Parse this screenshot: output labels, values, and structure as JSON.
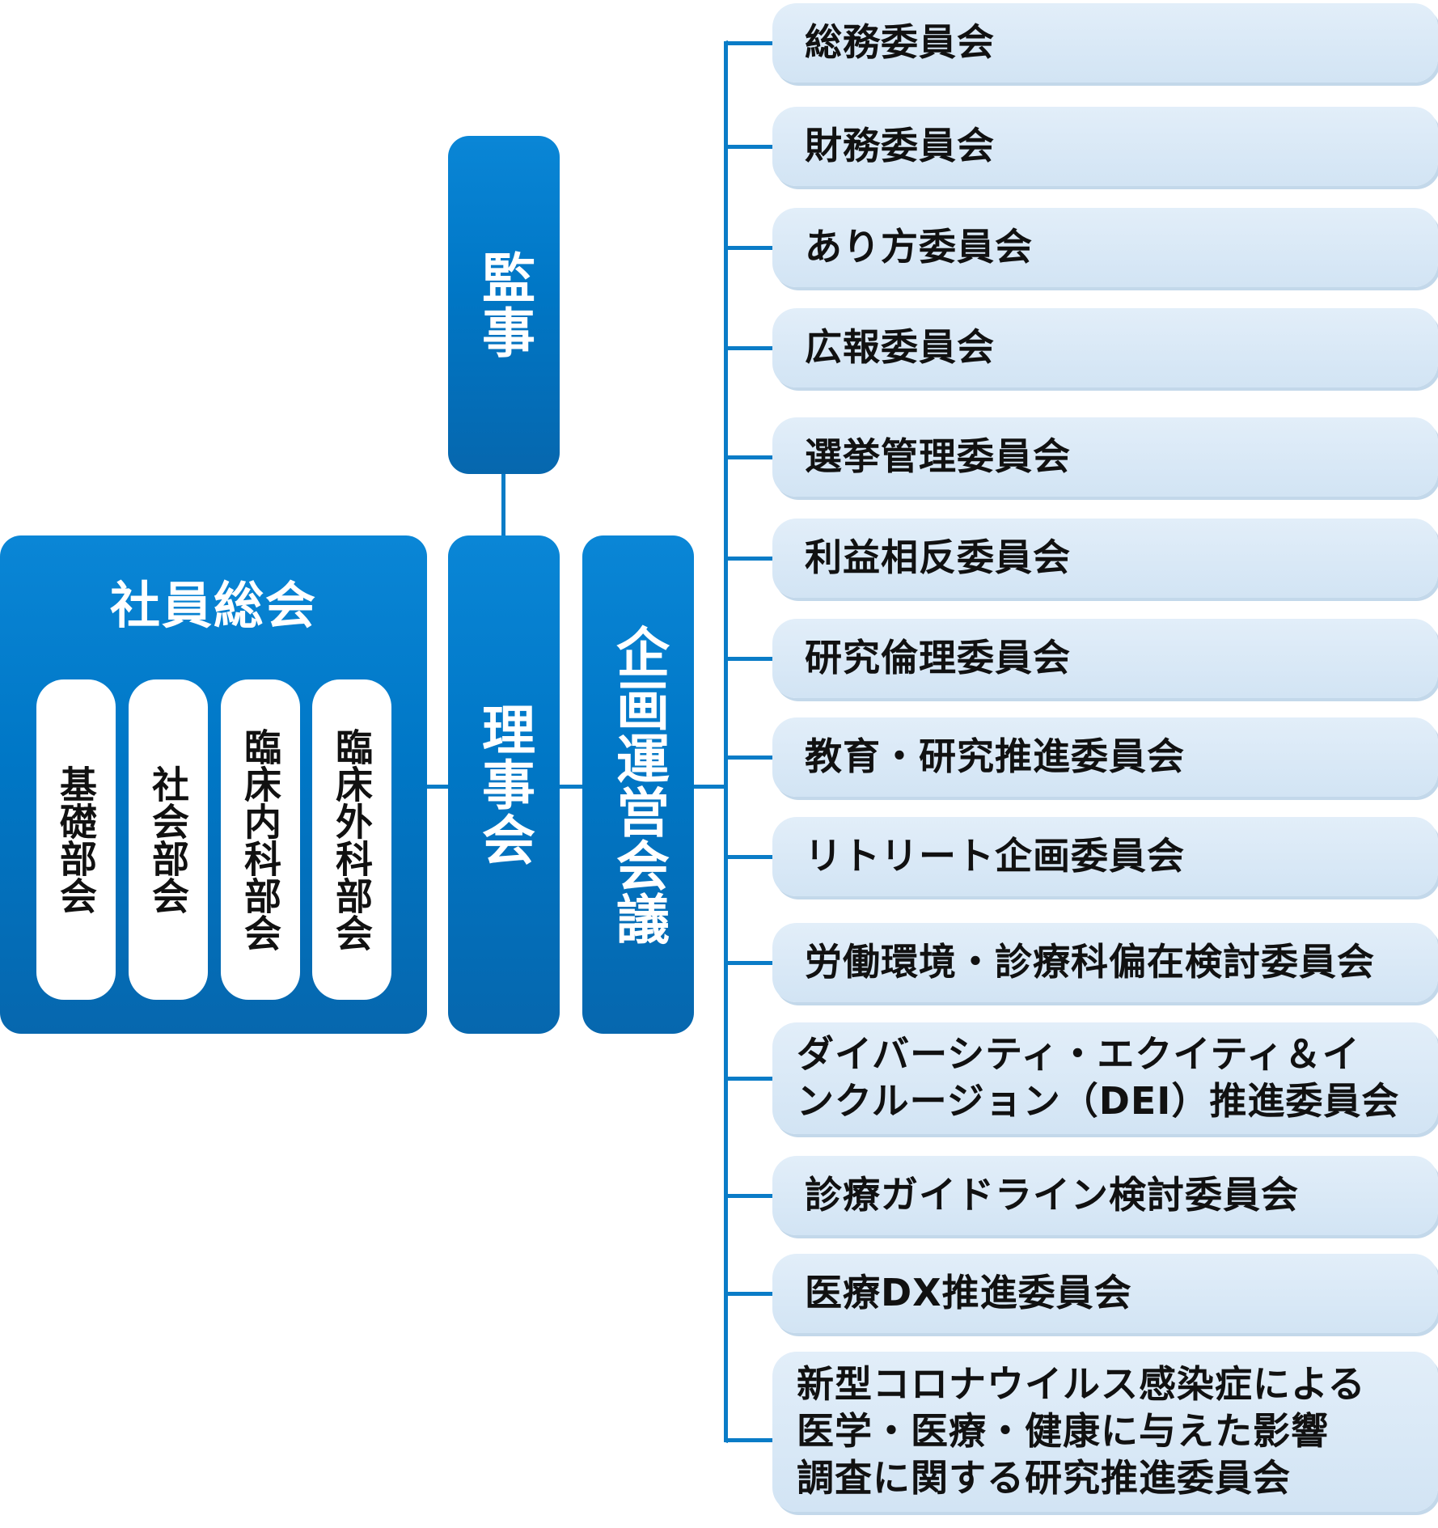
{
  "auditor": "監事",
  "board": "理事会",
  "planning_council": "企画運営会議",
  "general_assembly": {
    "title": "社員総会",
    "sections": [
      "基礎部会",
      "社会部会",
      "臨床内科部会",
      "臨床外科部会"
    ]
  },
  "committees": [
    "総務委員会",
    "財務委員会",
    "あり方委員会",
    "広報委員会",
    "選挙管理委員会",
    "利益相反委員会",
    "研究倫理委員会",
    "教育・研究推進委員会",
    "リトリート企画委員会",
    "労働環境・診療科偏在検討委員会",
    "ダイバーシティ・エクイティ＆イ\nンクルージョン（DEI）推進委員会",
    "診療ガイドライン検討委員会",
    "医療DX推進委員会",
    "新型コロナウイルス感染症による\n医学・医療・健康に与えた影響\n調査に関する研究推進委員会"
  ],
  "colors": {
    "box_blue": "#0077c6",
    "line_blue": "#0a7cc7",
    "committee_bg": "#d9e8f6"
  }
}
